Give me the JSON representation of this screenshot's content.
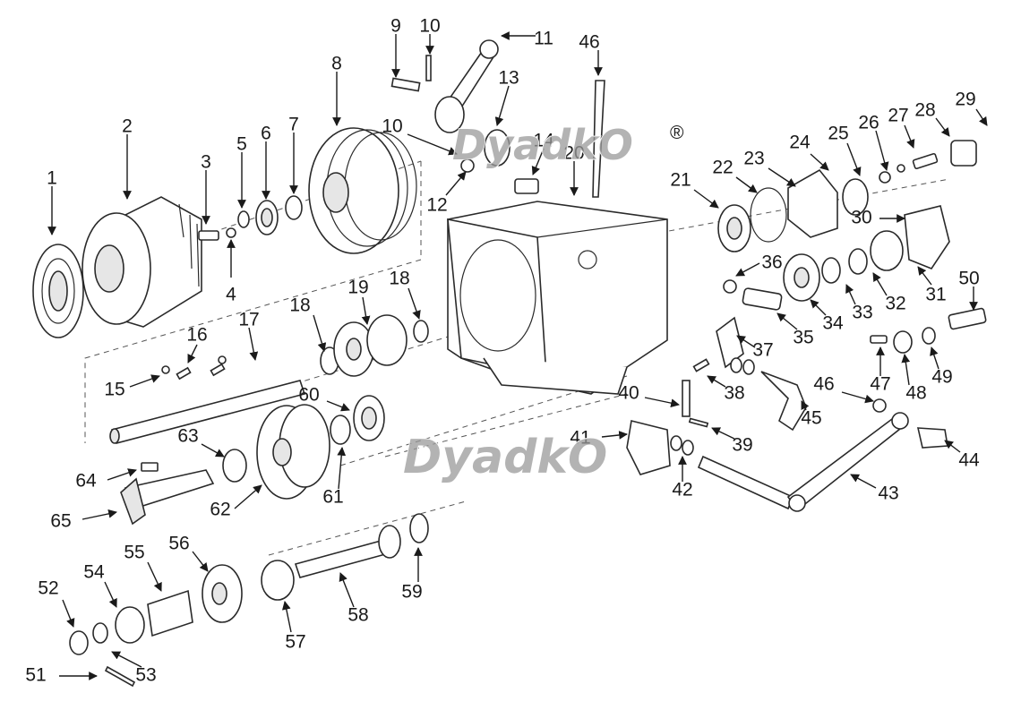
{
  "diagram": {
    "watermark_text": "DyadkO",
    "watermark_mark": "®",
    "callouts": [
      "1",
      "2",
      "3",
      "4",
      "5",
      "6",
      "7",
      "8",
      "9",
      "10",
      "10",
      "11",
      "12",
      "13",
      "14",
      "15",
      "16",
      "17",
      "18",
      "18",
      "19",
      "20",
      "21",
      "22",
      "23",
      "24",
      "25",
      "26",
      "27",
      "28",
      "29",
      "30",
      "31",
      "32",
      "33",
      "34",
      "35",
      "36",
      "37",
      "38",
      "39",
      "40",
      "41",
      "42",
      "43",
      "44",
      "45",
      "46",
      "46",
      "47",
      "48",
      "49",
      "50",
      "51",
      "52",
      "53",
      "54",
      "55",
      "56",
      "57",
      "58",
      "59",
      "60",
      "61",
      "62",
      "63",
      "64",
      "65"
    ]
  }
}
